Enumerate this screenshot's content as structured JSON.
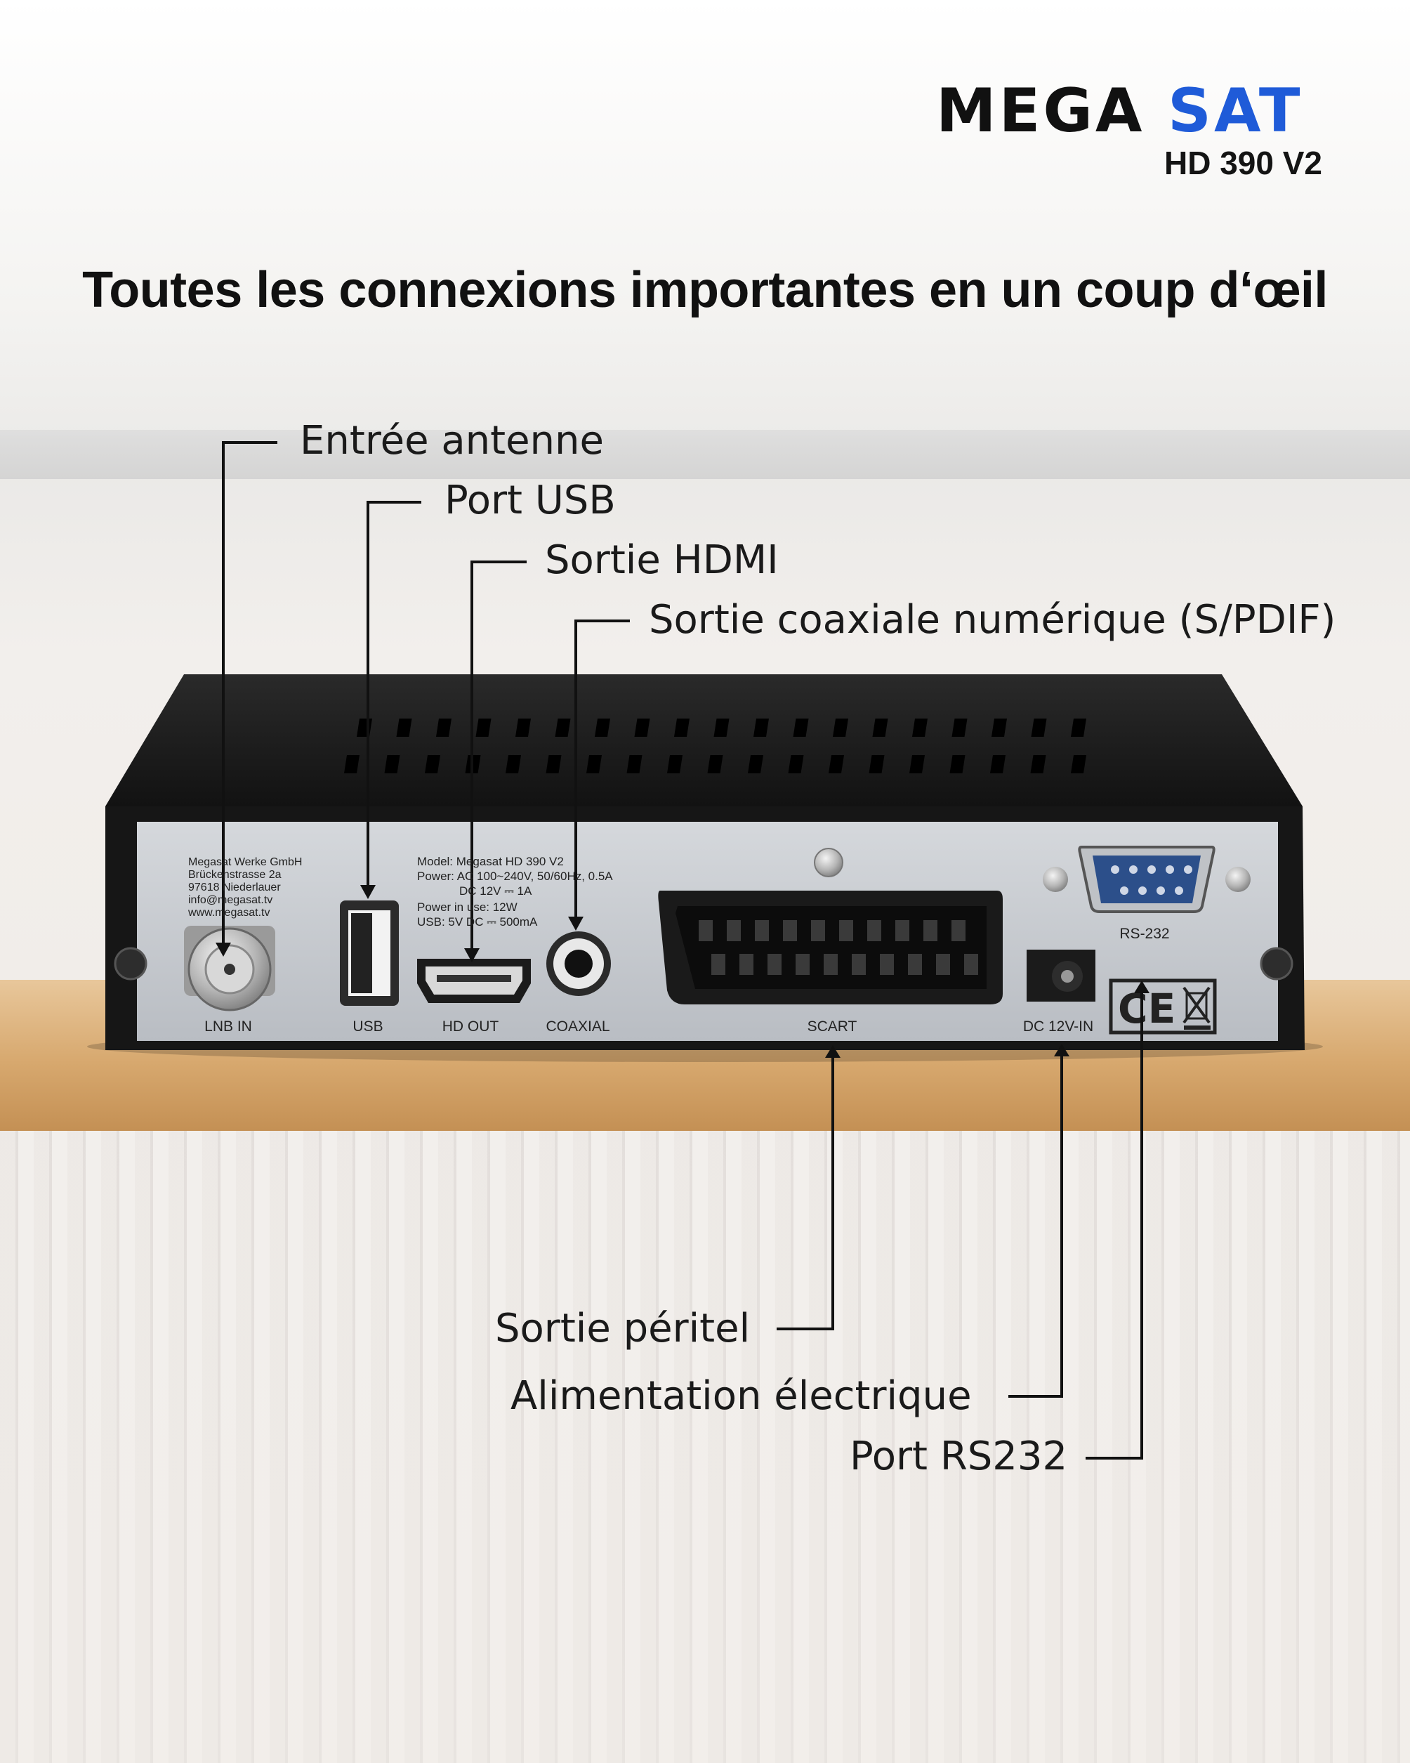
{
  "brand": {
    "logo_text": "MEGASAT",
    "model": "HD 390 V2"
  },
  "headline": "Toutes les connexions importantes en un coup d‘œil",
  "callouts": {
    "antenna": "Entrée antenne",
    "usb": "Port USB",
    "hdmi": "Sortie HDMI",
    "coaxial": "Sortie coaxiale numérique (S/PDIF)",
    "scart": "Sortie péritel",
    "power": "Alimentation électrique",
    "rs232": "Port RS232"
  },
  "device": {
    "maker_info": [
      "Megasat Werke GmbH",
      "Brückenstrasse 2a",
      "97618 Niederlauer",
      "info@megasat.tv",
      "www.megasat.tv"
    ],
    "spec_info": [
      "Model: Megasat HD 390 V2",
      "Power: AC 100~240V, 50/60Hz, 0.5A",
      "DC 12V ⎓ 1A",
      "Power in use: 12W",
      "USB: 5V DC ⎓ 500mA"
    ],
    "port_labels": {
      "lnb": "LNB IN",
      "usb": "USB",
      "hdmi": "HD OUT",
      "coax": "COAXIAL",
      "scart": "SCART",
      "dc": "DC 12V-IN",
      "rs232": "RS-232"
    }
  },
  "colors": {
    "text": "#111111",
    "device_body": "#1b1b1b",
    "panel": "#c9ccd1",
    "logo_accent": "#1f5bd8"
  }
}
